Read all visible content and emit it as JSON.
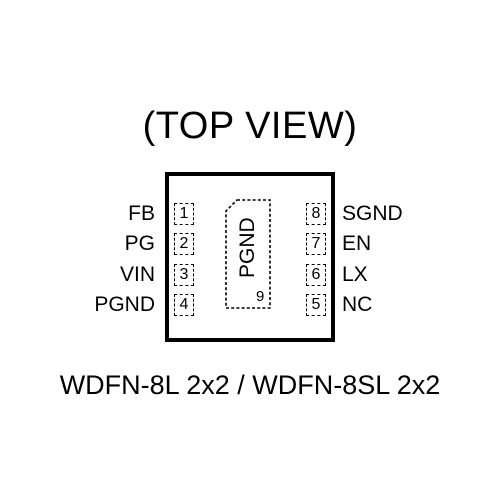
{
  "view_label": "(TOP VIEW)",
  "package_name": "WDFN-8L 2x2 / WDFN-8SL 2x2",
  "left_pins": [
    {
      "number": "1",
      "name": "FB"
    },
    {
      "number": "2",
      "name": "PG"
    },
    {
      "number": "3",
      "name": "VIN"
    },
    {
      "number": "4",
      "name": "PGND"
    }
  ],
  "right_pins": [
    {
      "number": "8",
      "name": "SGND"
    },
    {
      "number": "7",
      "name": "EN"
    },
    {
      "number": "6",
      "name": "LX"
    },
    {
      "number": "5",
      "name": "NC"
    }
  ],
  "exposed_pad": {
    "name": "PGND",
    "number": "9"
  },
  "colors": {
    "outline": "#000000",
    "background": "#ffffff"
  }
}
